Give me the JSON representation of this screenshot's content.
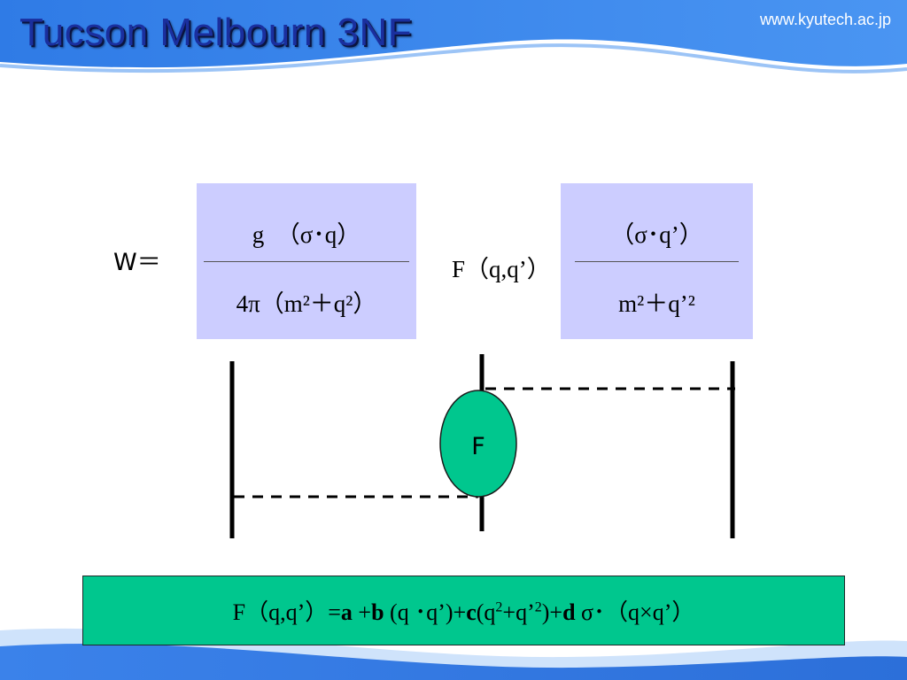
{
  "header": {
    "title": "Tucson Melbourn 3NF",
    "url": "www.kyutech.ac.jp"
  },
  "equation": {
    "lhs": "W＝",
    "frac1": {
      "numerator": "g　（σ･q）",
      "denominator": "4π（m²＋q²）"
    },
    "ff_term": "F（q,q’）",
    "frac2": {
      "numerator": "（σ･q’）",
      "denominator": "m²＋q’²"
    }
  },
  "diagram": {
    "vertex_label": "F"
  },
  "formula": {
    "lhs": "F（q,q’）=",
    "a": "a",
    "plus_b": " +",
    "b": "b",
    "term_b": " (q ･q’)+",
    "c": "c",
    "term_c_open": "(q",
    "exp1": "2",
    "term_c_mid": "+q’",
    "exp2": "2",
    "term_c_close": ")+",
    "d": "d",
    "term_d": " σ･（q×q’）"
  },
  "colors": {
    "title": "#1a2f9e",
    "header_band": "#3d86ea",
    "box_fill": "#cccdff",
    "vertex_fill": "#00c78e",
    "formula_fill": "#00c78e"
  }
}
